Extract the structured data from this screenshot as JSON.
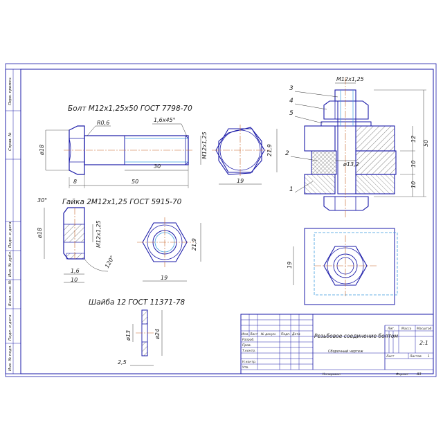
{
  "colors": {
    "outline": "#1a1aa8",
    "hidden": "#3a9be0",
    "dim": "#333333",
    "center": "#c86428",
    "hatch": "#333333",
    "fill": "#3a9be0"
  },
  "bolt": {
    "title": "Болт М12х1,25х50 ГОСТ 7798-70",
    "radius": "R0,6",
    "chamfer": "1,6х45°",
    "dia": "ø18",
    "thread": "М12х1,25",
    "d30": "30",
    "d8": "8",
    "d50": "50",
    "acrossCorners": "21,9",
    "acrossFlats": "19"
  },
  "nut": {
    "title": "Гайка 2М12х1,25 ГОСТ 5915-70",
    "angle30": "30°",
    "dia": "ø18",
    "thread": "М12х1,25",
    "angle120": "120°",
    "d16": "1,6",
    "d10": "10",
    "acrossCorners": "21,9",
    "acrossFlats": "19"
  },
  "washer": {
    "title": "Шайба 12 ГОСТ 11371-78",
    "inner": "ø13",
    "outer": "ø24",
    "thick": "2,5"
  },
  "assembly": {
    "thread": "М12х1,25",
    "d50": "50",
    "d12": "12",
    "d10a": "10",
    "d10b": "10",
    "hole": "ø13,2",
    "width": "19",
    "leaders": [
      "1",
      "2",
      "3",
      "4",
      "5"
    ]
  },
  "sideStrip": [
    "Перв. примен.",
    "Справ. №",
    "Подп. и дата",
    "Инв. № дубл.",
    "Взам. инв. №",
    "Подп. и дата",
    "Инв. № подл."
  ],
  "titleBlock": {
    "title": "Резьбовое соединение болтом",
    "subtitle": "Сборочный чертеж",
    "heads": [
      "Изм.",
      "Лист",
      "№ докум.",
      "Подп.",
      "Дата"
    ],
    "roles": [
      "Разраб.",
      "Пров.",
      "Т.контр.",
      "Н.контр.",
      "Утв."
    ],
    "col_lit": "Лит.",
    "col_mass": "Масса",
    "col_scale": "Масштаб",
    "scale": "2:1",
    "sheet": "Лист",
    "sheets": "Листов",
    "sheetsCount": "1",
    "copied": "Копировал",
    "format": "Формат",
    "formatValue": "А3"
  }
}
